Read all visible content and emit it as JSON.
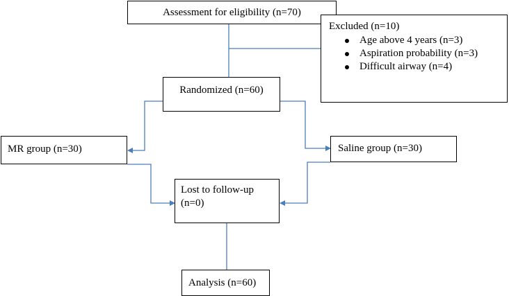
{
  "flowchart": {
    "assessment": "Assessment for eligibility (n=70)",
    "excluded": {
      "title": "Excluded (n=10)",
      "reasons": [
        "Age above 4 years (n=3)",
        "Aspiration probability (n=3)",
        "Difficult airway (n=4)"
      ]
    },
    "randomized": "Randomized (n=60)",
    "mr_group": "MR group (n=30)",
    "saline_group": "Saline group (n=30)",
    "lost_followup_line1": "Lost to follow-up",
    "lost_followup_line2": "(n=0)",
    "analysis": "Analysis (n=60)"
  },
  "colors": {
    "connector": "#4a7ebb",
    "box_border": "#000000",
    "text": "#000000",
    "background": "#ffffff"
  }
}
